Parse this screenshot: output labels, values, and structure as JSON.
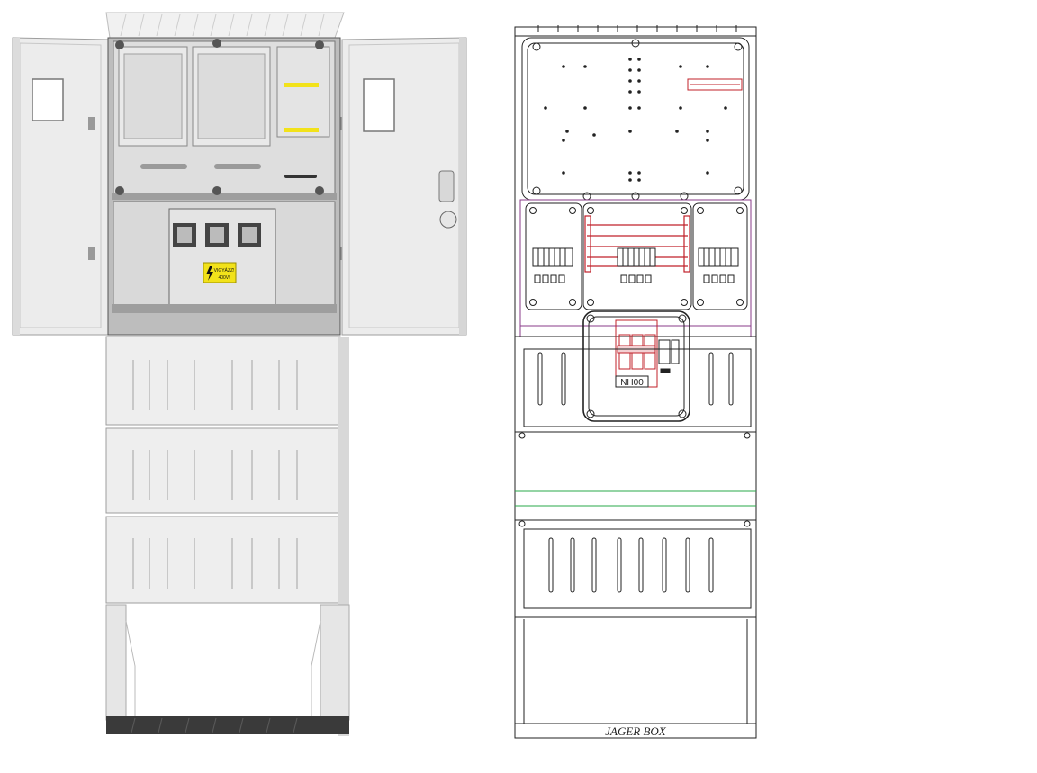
{
  "photo": {
    "warning_label_line1": "VIGYÁZZ!",
    "warning_label_line2": "400V!",
    "lightning_icon": "high-voltage-icon"
  },
  "drawing": {
    "fuse_label": "NH00",
    "brand_footer": "JAGER BOX"
  },
  "colors": {
    "cabinet_light": "#eeeeee",
    "cabinet_shadow": "#cfcfcf",
    "base_dark": "#3a3a3a",
    "warning_yellow": "#f2e21a",
    "drawing_line": "#222222",
    "drawing_red": "#c0202a",
    "drawing_green": "#2aa84a",
    "drawing_purple": "#8a3b8a"
  }
}
